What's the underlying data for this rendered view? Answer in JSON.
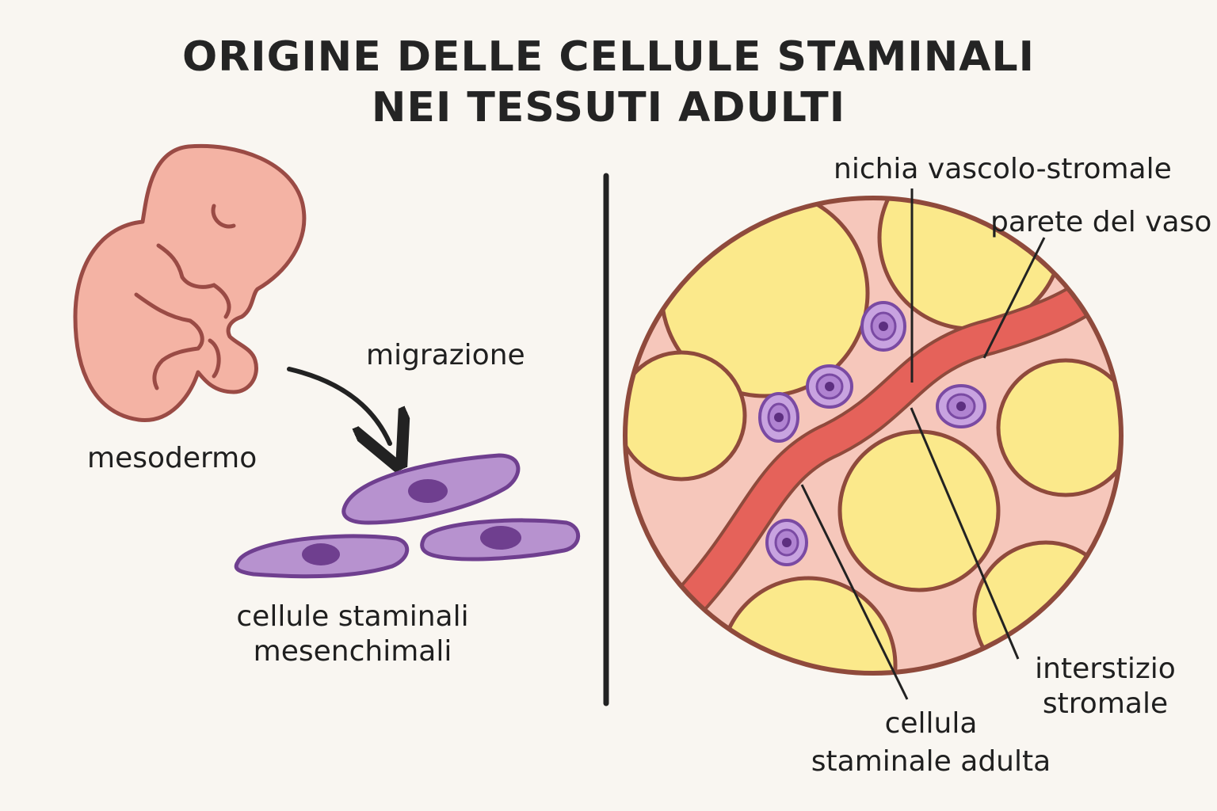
{
  "title": {
    "line1": "ORIGINE DELLE CELLULE STAMINALI",
    "line2": "NEI TESSUTI ADULTI"
  },
  "left": {
    "embryo_label": "mesodermo",
    "arrow_label": "migrazione",
    "cells_label_line1": "cellule staminali",
    "cells_label_line2": "mesenchimali"
  },
  "right": {
    "niche_label": "nichia vascolo-stromale",
    "vessel_wall_label": "parete del vaso",
    "interstitium_label_line1": "interstizio",
    "interstitium_label_line2": "stromale",
    "adult_cell_label_line1": "cellula",
    "adult_cell_label_line2": "staminale adulta"
  },
  "colors": {
    "embryo_fill": "#f4b3a4",
    "embryo_stroke": "#9a4b45",
    "msc_fill": "#b792cf",
    "msc_nucleus": "#6f3f8f",
    "adipocyte_fill": "#fbe98b",
    "stroma_fill": "#f6c7bb",
    "vessel_fill": "#e5625a",
    "outline": "#8f4a3c"
  }
}
